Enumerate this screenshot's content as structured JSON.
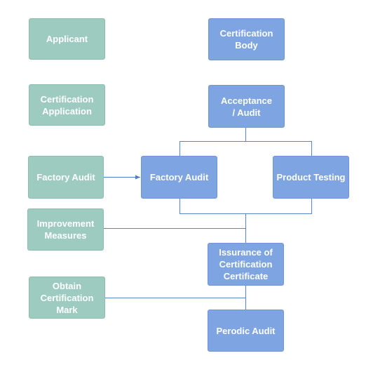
{
  "colors": {
    "applicant_nodes": "#9ecbbf",
    "certification_body_nodes": "#7ea4e1",
    "connector": "#5b86c6",
    "arrow": "#4a7ec7"
  },
  "applicant_column": {
    "applicant": "Applicant",
    "certification_application": "Certification\nApplication",
    "factory_audit": "Factory Audit",
    "improvement_measures": "Improvement\nMeasures",
    "obtain_certification_mark": "Obtain\nCertification\nMark"
  },
  "certification_body_column": {
    "certification_body": "Certification\nBody",
    "acceptance_audit": "Acceptance\n/ Audit",
    "factory_audit": "Factory Audit",
    "product_testing": "Product Testing",
    "issuance_of_certificate": "Issurance of\nCertification\nCertificate",
    "periodic_audit": "Perodic Audit"
  }
}
